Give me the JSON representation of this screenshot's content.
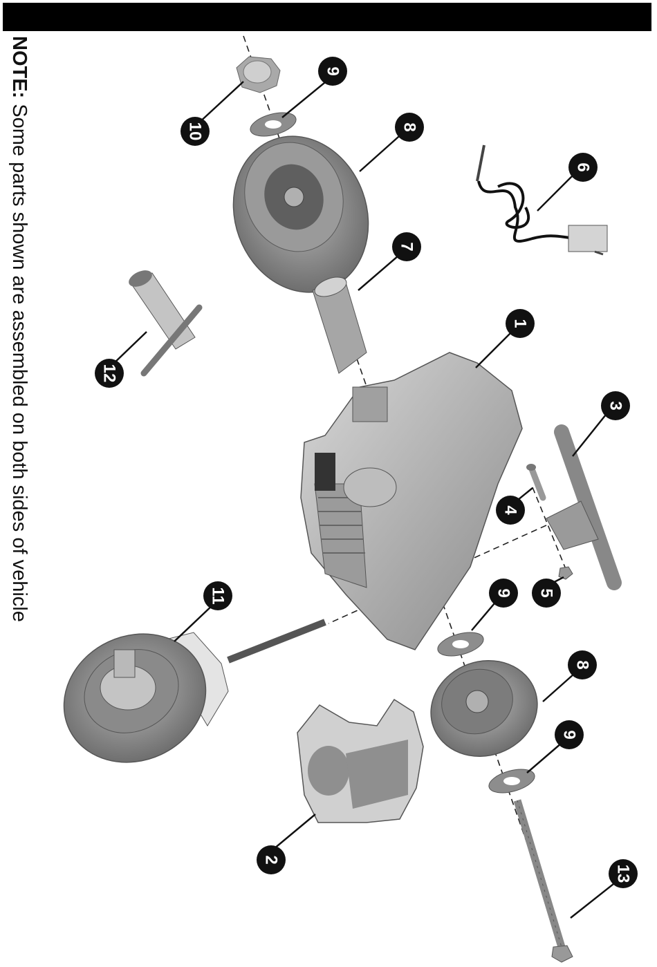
{
  "note": {
    "label": "NOTE:",
    "text": " Some parts shown are assembled on both sides of vehicle"
  },
  "callouts": [
    {
      "id": "c1",
      "label": "1"
    },
    {
      "id": "c2",
      "label": "2"
    },
    {
      "id": "c3",
      "label": "3"
    },
    {
      "id": "c4",
      "label": "4"
    },
    {
      "id": "c5",
      "label": "5"
    },
    {
      "id": "c6",
      "label": "6"
    },
    {
      "id": "c7",
      "label": "7"
    },
    {
      "id": "c8a",
      "label": "8"
    },
    {
      "id": "c8b",
      "label": "8"
    },
    {
      "id": "c9a",
      "label": "9"
    },
    {
      "id": "c9b",
      "label": "9"
    },
    {
      "id": "c9c",
      "label": "9"
    },
    {
      "id": "c10",
      "label": "10"
    },
    {
      "id": "c11",
      "label": "11"
    },
    {
      "id": "c12",
      "label": "12"
    },
    {
      "id": "c13",
      "label": "13"
    }
  ]
}
